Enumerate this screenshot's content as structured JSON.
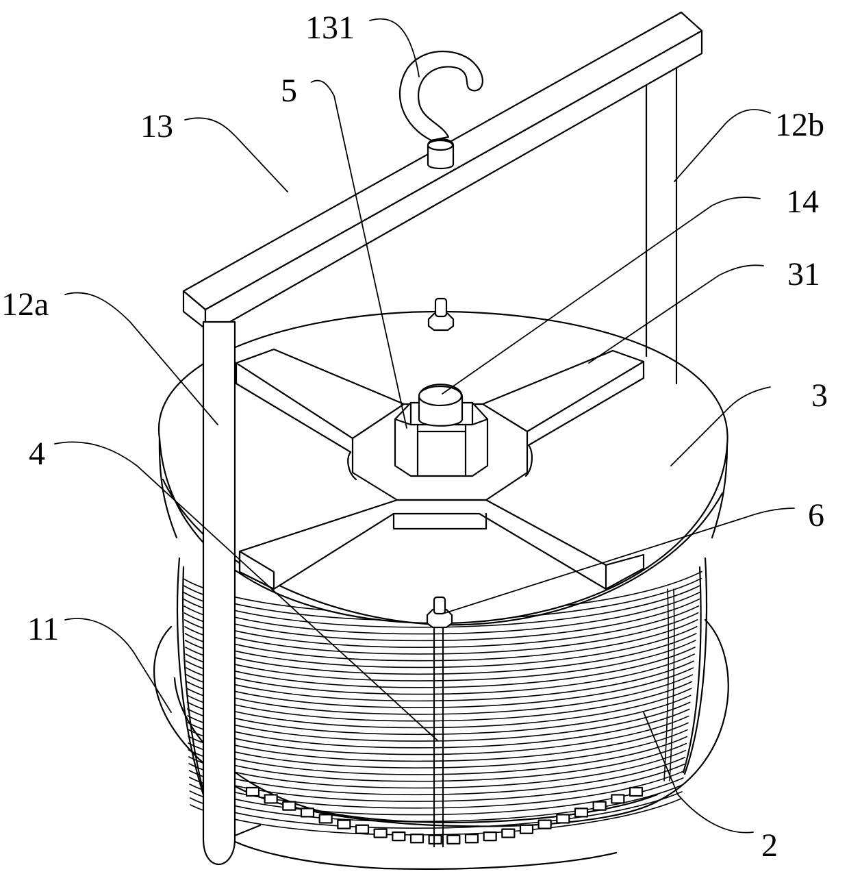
{
  "labels": {
    "l131": "131",
    "l5": "5",
    "l13": "13",
    "l12b": "12b",
    "l14": "14",
    "l31": "31",
    "l12a": "12a",
    "l3": "3",
    "l4": "4",
    "l6": "6",
    "l11": "11",
    "l2": "2"
  },
  "colors": {
    "stroke": "#000000",
    "background": "#ffffff"
  }
}
